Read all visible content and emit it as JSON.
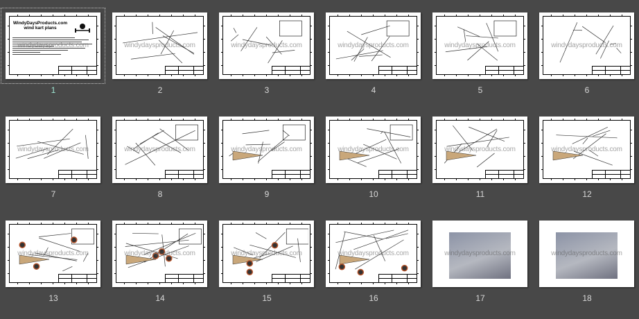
{
  "viewer": {
    "background": "#484848",
    "selected_page": 1
  },
  "page1": {
    "title_line1": "WindyDaysProducts.com",
    "title_line2": "wind kart plans"
  },
  "watermark": "windydaysproducts.com",
  "pages": [
    {
      "label": "1",
      "type": "cover"
    },
    {
      "label": "2",
      "type": "drawing"
    },
    {
      "label": "3",
      "type": "drawing"
    },
    {
      "label": "4",
      "type": "drawing"
    },
    {
      "label": "5",
      "type": "drawing"
    },
    {
      "label": "6",
      "type": "drawing"
    },
    {
      "label": "7",
      "type": "drawing"
    },
    {
      "label": "8",
      "type": "drawing"
    },
    {
      "label": "9",
      "type": "drawing"
    },
    {
      "label": "10",
      "type": "drawing"
    },
    {
      "label": "11",
      "type": "drawing"
    },
    {
      "label": "12",
      "type": "drawing"
    },
    {
      "label": "13",
      "type": "drawing"
    },
    {
      "label": "14",
      "type": "drawing"
    },
    {
      "label": "15",
      "type": "drawing"
    },
    {
      "label": "16",
      "type": "drawing"
    },
    {
      "label": "17",
      "type": "photo"
    },
    {
      "label": "18",
      "type": "photo"
    }
  ]
}
